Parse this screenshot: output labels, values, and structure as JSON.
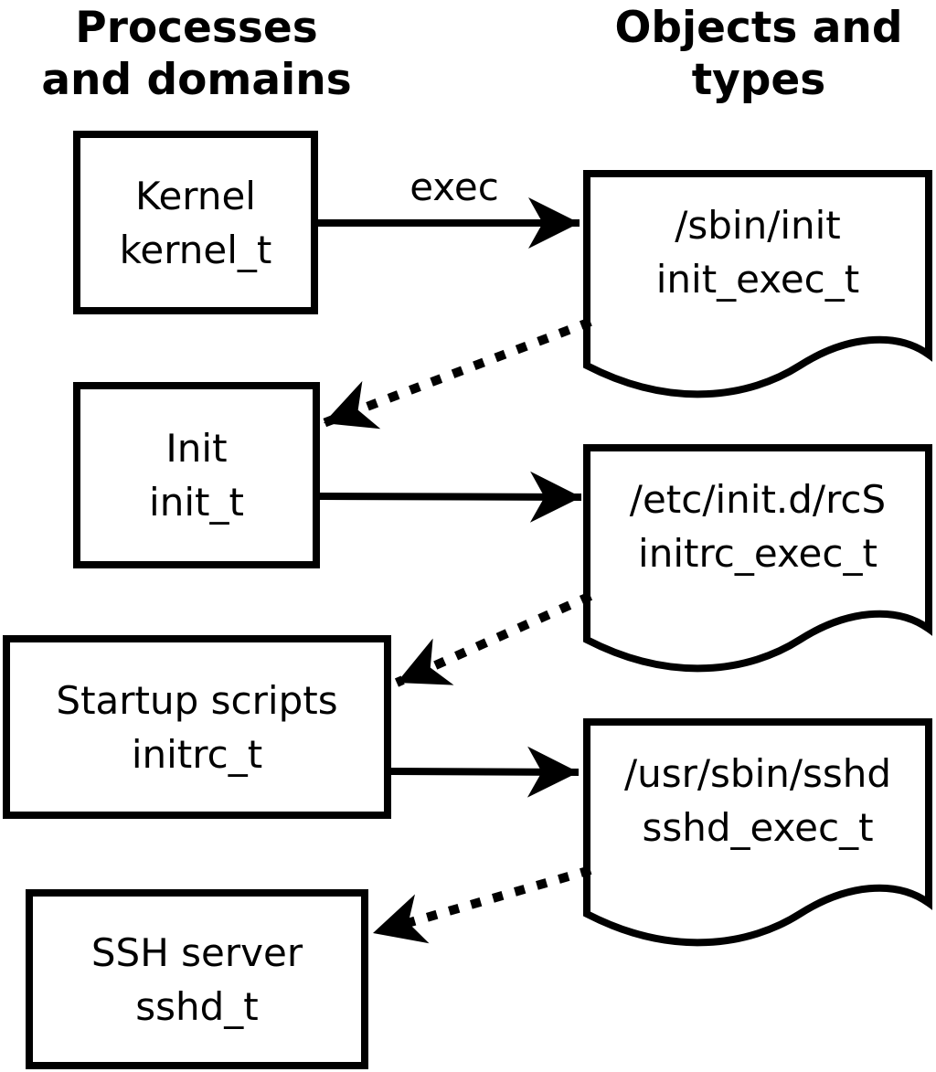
{
  "headers": {
    "left": "Processes and domains",
    "right": "Objects and types"
  },
  "processes": [
    {
      "label": "Kernel",
      "domain": "kernel_t"
    },
    {
      "label": "Init",
      "domain": "init_t"
    },
    {
      "label": "Startup scripts",
      "domain": "initrc_t"
    },
    {
      "label": "SSH server",
      "domain": "sshd_t"
    }
  ],
  "objects": [
    {
      "path": "/sbin/init",
      "type": "init_exec_t"
    },
    {
      "path": "/etc/init.d/rcS",
      "type": "initrc_exec_t"
    },
    {
      "path": "/usr/sbin/sshd",
      "type": "sshd_exec_t"
    }
  ],
  "edges": [
    {
      "from": "kernel_t",
      "to": "init_exec_t",
      "style": "solid",
      "label": "exec"
    },
    {
      "from": "init_exec_t",
      "to": "init_t",
      "style": "dotted",
      "label": ""
    },
    {
      "from": "init_t",
      "to": "initrc_exec_t",
      "style": "solid",
      "label": ""
    },
    {
      "from": "initrc_exec_t",
      "to": "initrc_t",
      "style": "dotted",
      "label": ""
    },
    {
      "from": "initrc_t",
      "to": "sshd_exec_t",
      "style": "solid",
      "label": ""
    },
    {
      "from": "sshd_exec_t",
      "to": "sshd_t",
      "style": "dotted",
      "label": ""
    }
  ],
  "colors": {
    "line": "#000000",
    "background": "#ffffff"
  }
}
